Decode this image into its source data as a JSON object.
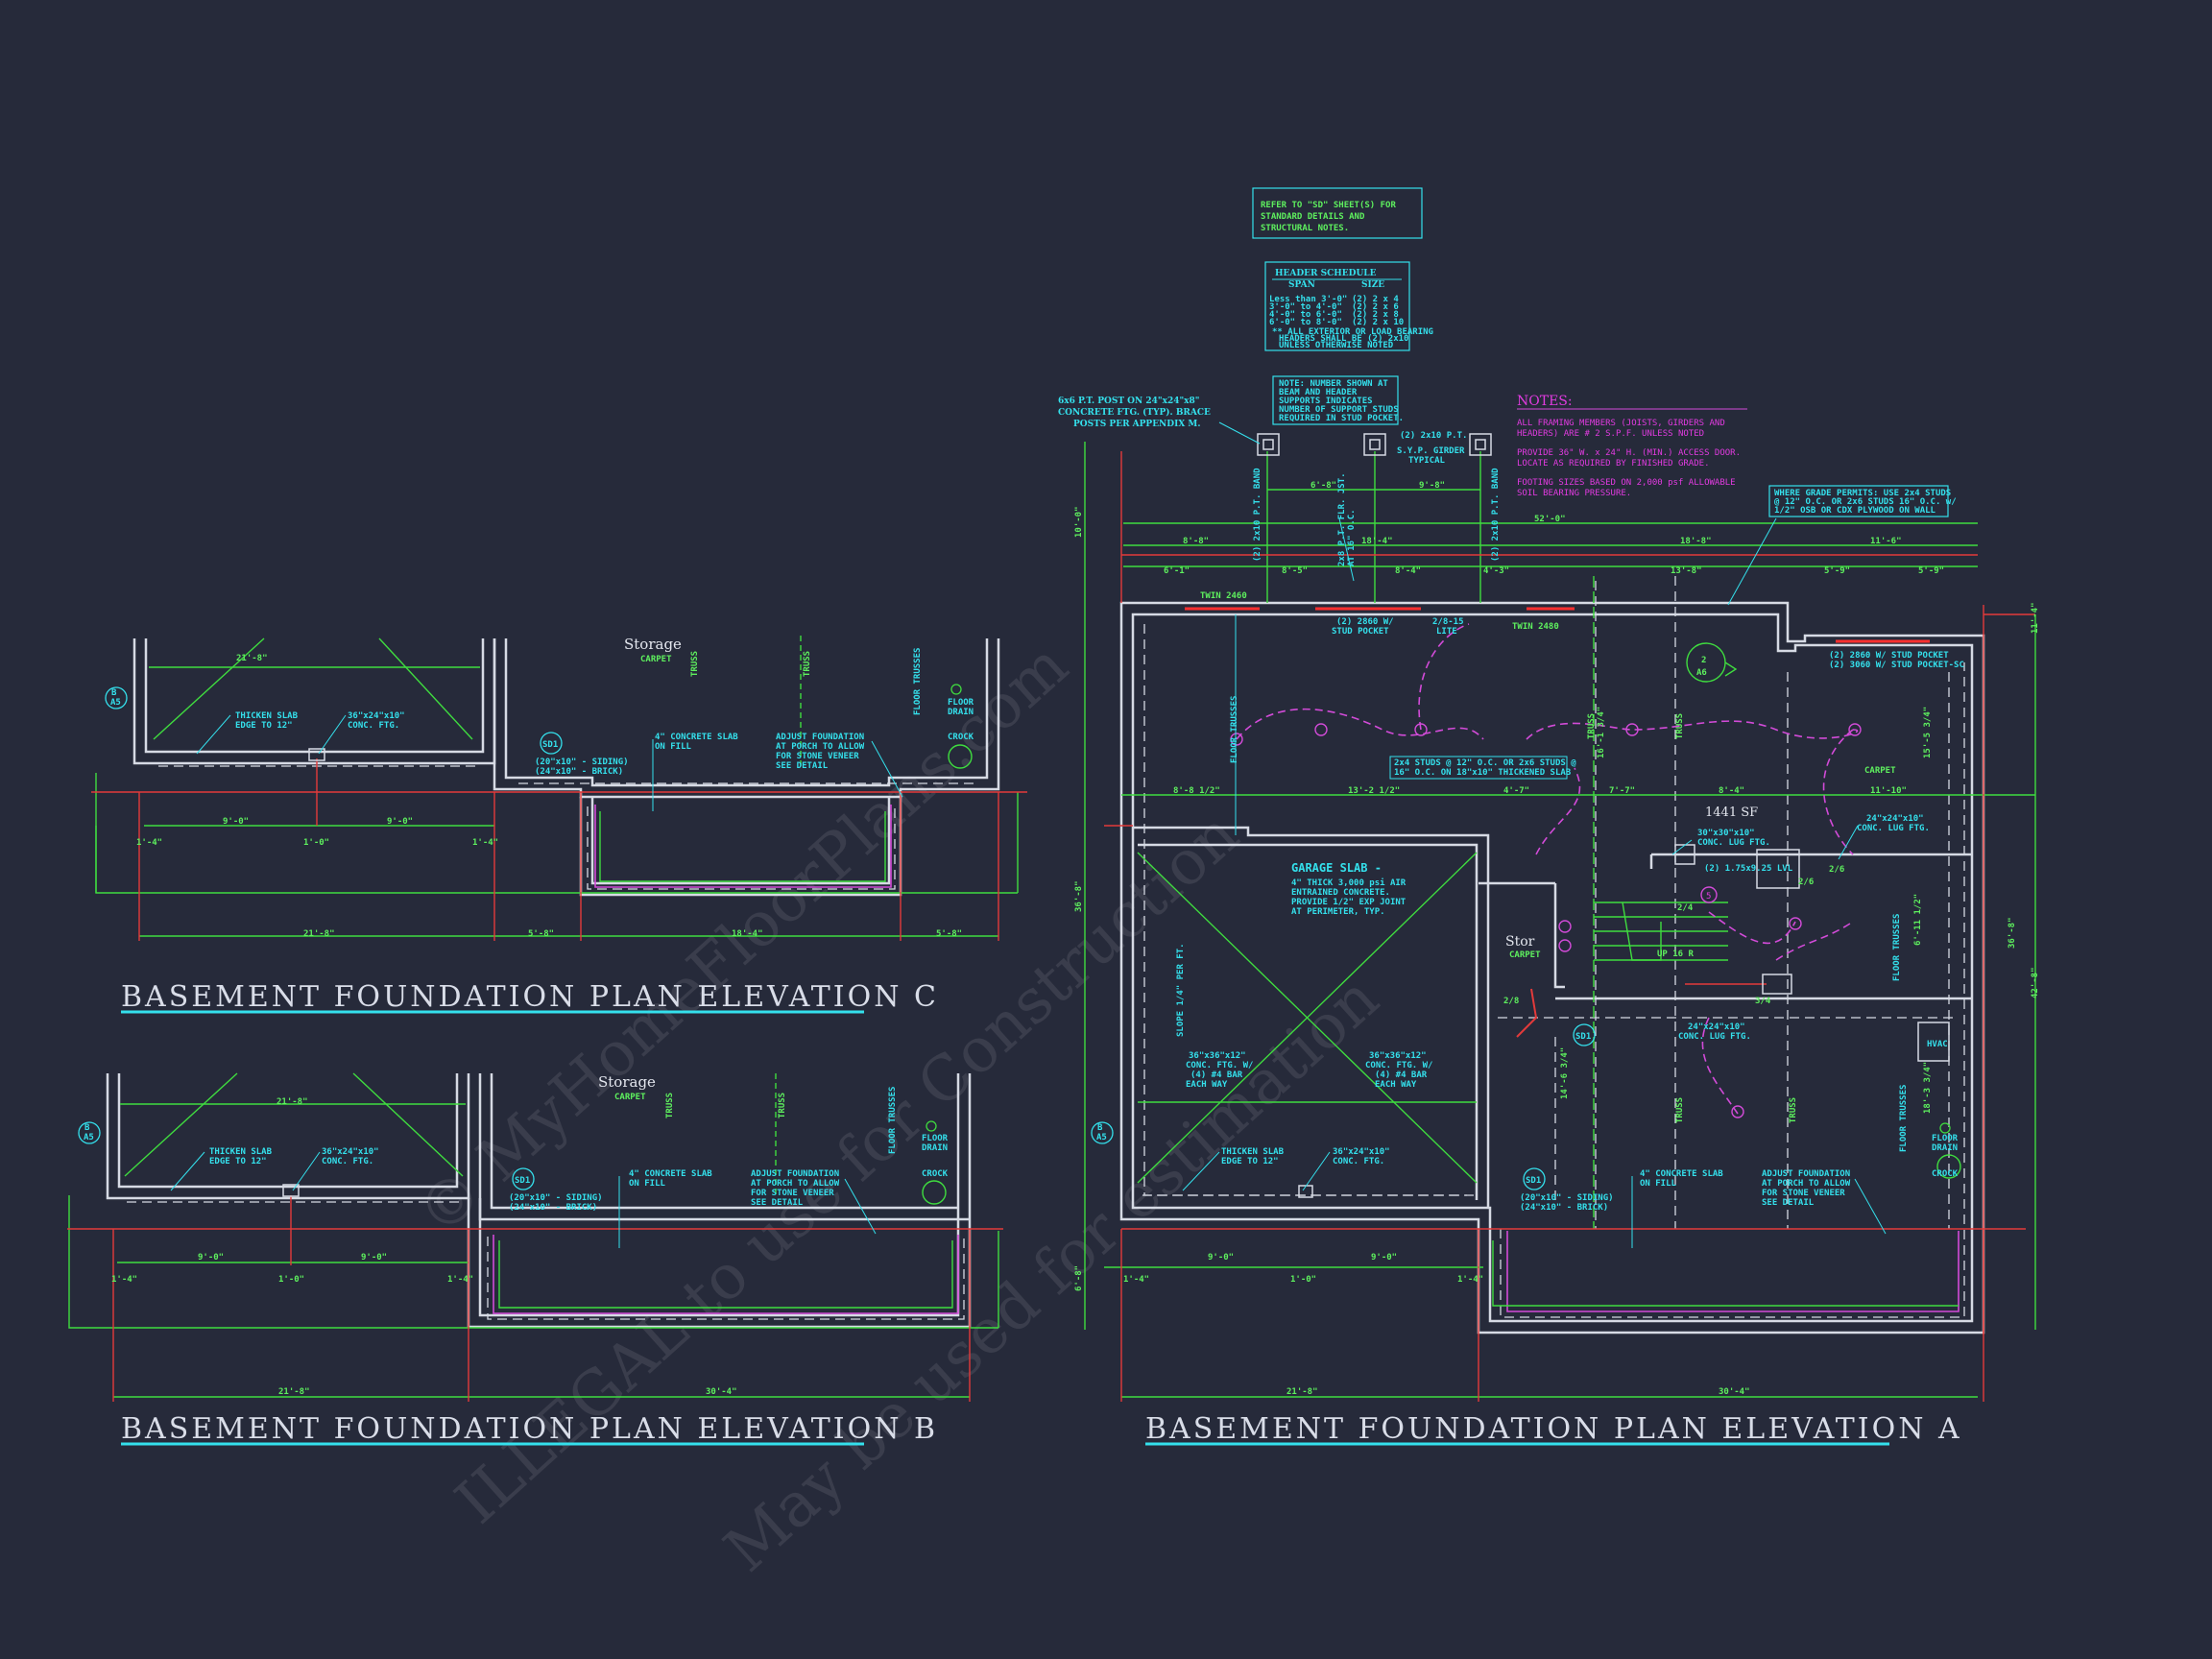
{
  "titles": {
    "c": "BASEMENT FOUNDATION PLAN ELEVATION C",
    "b": "BASEMENT FOUNDATION PLAN ELEVATION B",
    "a": "BASEMENT FOUNDATION PLAN ELEVATION A"
  },
  "watermark": {
    "line1": "© MyHomeFloorPlans.com",
    "line2": "ILLEGAL to use for Construction",
    "line3": "May be used for estimation"
  },
  "refer_note": [
    "REFER TO \"SD\" SHEET(S) FOR",
    "STANDARD DETAILS AND",
    "STRUCTURAL NOTES."
  ],
  "header_schedule": {
    "title": "HEADER SCHEDULE",
    "col_span": "SPAN",
    "col_size": "SIZE",
    "rows": [
      [
        "Less than 3'-0\"",
        "(2) 2 x 4"
      ],
      [
        "3'-0\" to 4'-0\"",
        "(2) 2 x 6"
      ],
      [
        "4'-0\" to 6'-0\"",
        "(2) 2 x 8"
      ],
      [
        "6'-0\" to 8'-0\"",
        "(2) 2 x 10"
      ]
    ],
    "foot1": "** ALL EXTERIOR OR LOAD BEARING",
    "foot2": "HEADERS SHALL BE (2) 2x10",
    "foot3": "UNLESS OTHERWISE NOTED"
  },
  "stud_note": [
    "NOTE: NUMBER SHOWN AT",
    "BEAM AND HEADER",
    "SUPPORTS INDICATES",
    "NUMBER OF SUPPORT STUDS",
    "REQUIRED IN STUD POCKET."
  ],
  "post_note": [
    "6x6 P.T. POST ON 24\"x24\"x8\"",
    "CONCRETE FTG. (TYP). BRACE",
    "POSTS PER APPENDIX M."
  ],
  "girder_note": [
    "(2) 2x10 P.T.",
    "S.Y.P. GIRDER",
    "TYPICAL"
  ],
  "notes": {
    "title": "NOTES:",
    "p1": [
      "ALL FRAMING MEMBERS (JOISTS, GIRDERS AND",
      "HEADERS) ARE # 2 S.P.F. UNLESS NOTED"
    ],
    "p2": [
      "PROVIDE 36\" W. x 24\" H. (MIN.) ACCESS DOOR.",
      "LOCATE AS REQUIRED BY FINISHED GRADE."
    ],
    "p3": [
      "FOOTING SIZES BASED ON 2,000 psf ALLOWABLE",
      "SOIL BEARING PRESSURE."
    ]
  },
  "grade_note": [
    "WHERE GRADE PERMITS: USE 2x4 STUDS",
    "@ 12\" O.C. OR 2x6 STUDS 16\" O.C. w/",
    "1/2\" OSB OR CDX PLYWOOD ON WALL"
  ],
  "labels": {
    "storage": "Storage",
    "stor": "Stor",
    "carpet": "CARPET",
    "sqft": "1441 SF",
    "truss": "TRUSS",
    "floor_trusses": "FLOOR TRUSSES",
    "floor_drain": [
      "FLOOR",
      "DRAIN"
    ],
    "crock": "CROCK",
    "thicken": [
      "THICKEN SLAB",
      "EDGE TO 12\""
    ],
    "conc_ftg": [
      "36\"x24\"x10\"",
      "CONC. FTG."
    ],
    "siding": [
      "(20\"x10\" - SIDING)",
      "(24\"x10\" - BRICK)"
    ],
    "slab_fill": [
      "4\" CONCRETE SLAB",
      "ON FILL"
    ],
    "adjust": [
      "ADJUST FOUNDATION",
      "AT PORCH TO ALLOW",
      "FOR STONE VENEER",
      "SEE DETAIL"
    ],
    "garage": [
      "GARAGE SLAB -",
      "4\" THICK 3,000 psi AIR",
      "ENTRAINED CONCRETE.",
      "PROVIDE 1/2\" EXP JOINT",
      "AT PERIMETER, TYP."
    ],
    "slope": "SLOPE 1/4\" PER FT.",
    "bar_ftg": [
      "36\"x36\"x12\"",
      "CONC. FTG. W/",
      "(4) #4 BAR",
      "EACH WAY"
    ],
    "studs": [
      "2x4 STUDS @ 12\" O.C. OR 2x6 STUDS @",
      "16\" O.C. ON 18\"x10\" THICKENED SLAB"
    ],
    "twin": "TWIN 2460",
    "twin2": "TWIN 2480",
    "stud_pocket": [
      "(2) 2860 W/",
      "STUD POCKET"
    ],
    "stud_pocket2": [
      "(2) 2860 W/ STUD POCKET",
      "(2) 3060 W/ STUD POCKET-SC"
    ],
    "lite": [
      "2/8-15",
      "LITE"
    ],
    "lug": [
      "24\"x24\"x10\"",
      "CONC. LUG FTG."
    ],
    "lug2": [
      "30\"x30\"x10\"",
      "CONC. LUG FTG."
    ],
    "lvl": "(2) 1.75x9.25 LVL",
    "hvac": "HVAC",
    "up": "UP 16 R",
    "band": "(2) 2x10 P.T. BAND",
    "flr_jst": [
      "2x8 P.T. FLR. JST.",
      "AT 16\" O.C."
    ],
    "section_a5": "A5",
    "section_sd1": "SD1",
    "tag_2": "2",
    "tag_5": "5",
    "tag_a6": "A6",
    "tag_b": "B"
  },
  "dims": {
    "c_top": "21'-8\"",
    "c_bot": [
      "21'-8\"",
      "5'-8\"",
      "18'-4\"",
      "5'-8\""
    ],
    "c_mid": [
      "9'-0\"",
      "9'-0\"",
      "1'-4\"",
      "1'-0\"",
      "1'-4\""
    ],
    "b_top": "21'-8\"",
    "b_bot": [
      "21'-8\"",
      "30'-4\""
    ],
    "a_top": [
      "52'-0\"",
      "8'-8\"",
      "18'-4\"",
      "18'-8\"",
      "11'-6\"",
      "6'-1\"",
      "8'-5\"",
      "8'-4\"",
      "4'-3\"",
      "13'-8\"",
      "5'-9\"",
      "5'-9\"",
      "6'-8\"",
      "9'-8\""
    ],
    "a_mid": [
      "8'-8 1/2\"",
      "13'-2 1/2\"",
      "4'-7\"",
      "7'-7\"",
      "8'-4\"",
      "11'-10\""
    ],
    "a_bot": [
      "21'-8\"",
      "30'-4\"",
      "9'-0\"",
      "9'-0\"",
      "1'-4\"",
      "1'-0\"",
      "1'-4\""
    ],
    "a_right": [
      "36'-8\"",
      "42'-8\"",
      "15'-5 3/4\"",
      "11'-4\"",
      "18'-3 3/4\""
    ],
    "a_left": [
      "10'-0\"",
      "36'-8\"",
      "6'-8\""
    ],
    "misc": [
      "2/6",
      "2/4",
      "2/8",
      "3/4",
      "2/6",
      "6'-11 1/2\"",
      "14'-6 3/4\"",
      "16'-1 3/4\""
    ]
  }
}
